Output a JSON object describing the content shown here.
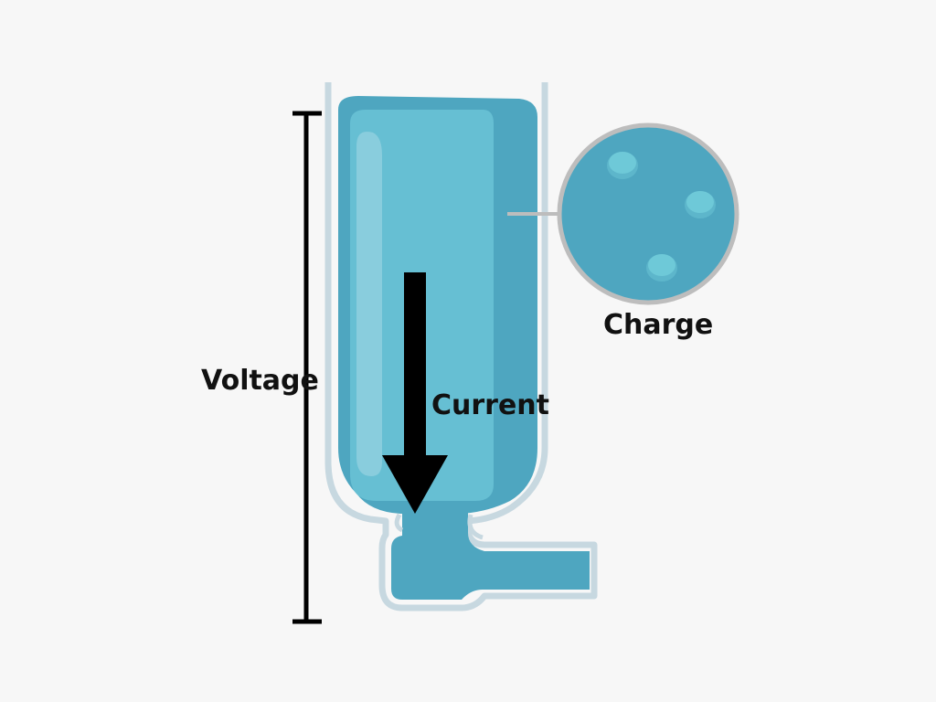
{
  "diagram": {
    "labels": {
      "voltage": "Voltage",
      "current": "Current",
      "charge": "Charge"
    },
    "colors": {
      "background": "#f7f7f7",
      "water_main": "#4ea6c0",
      "water_light": "#66bfd3",
      "water_highlight": "#8fcfde",
      "container_outline": "#c7d8e0",
      "circle_outline": "#bdbdbd",
      "charge_particle": "#6ec9d8",
      "arrow": "#000000",
      "text": "#111111"
    },
    "icons": {
      "container": "water-tank-icon",
      "magnifier": "charge-magnifier-circle",
      "particle": "charge-particle-icon",
      "current_arrow": "down-arrow-icon",
      "voltage_bracket": "vertical-dimension-line"
    }
  }
}
